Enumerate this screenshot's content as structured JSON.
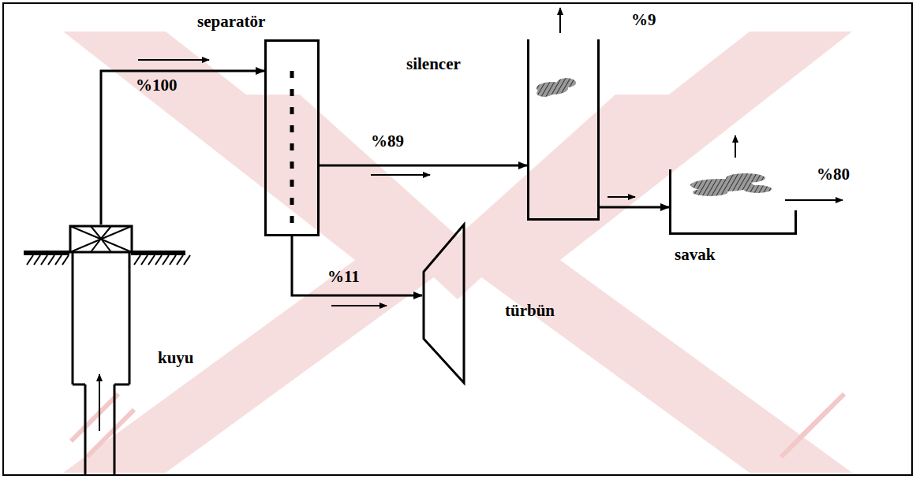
{
  "diagram": {
    "nodes": [
      {
        "text": [
          "kuyu"
        ]
      },
      {
        "text": [
          "separatör"
        ]
      },
      {
        "text": [
          "silencer"
        ]
      },
      {
        "text": [
          "türbün"
        ]
      },
      {
        "text": [
          "savak"
        ]
      }
    ],
    "edges": [
      {
        "from": 0,
        "to": 1,
        "arrow": "to",
        "label": "%100"
      },
      {
        "from": 1,
        "to": 2,
        "arrow": "to",
        "label": "%89"
      },
      {
        "from": 1,
        "to": 3,
        "arrow": "to",
        "label": "%11"
      },
      {
        "from": 2,
        "to": 4,
        "arrow": "to"
      }
    ],
    "labels": [
      "%9",
      "%80"
    ]
  }
}
